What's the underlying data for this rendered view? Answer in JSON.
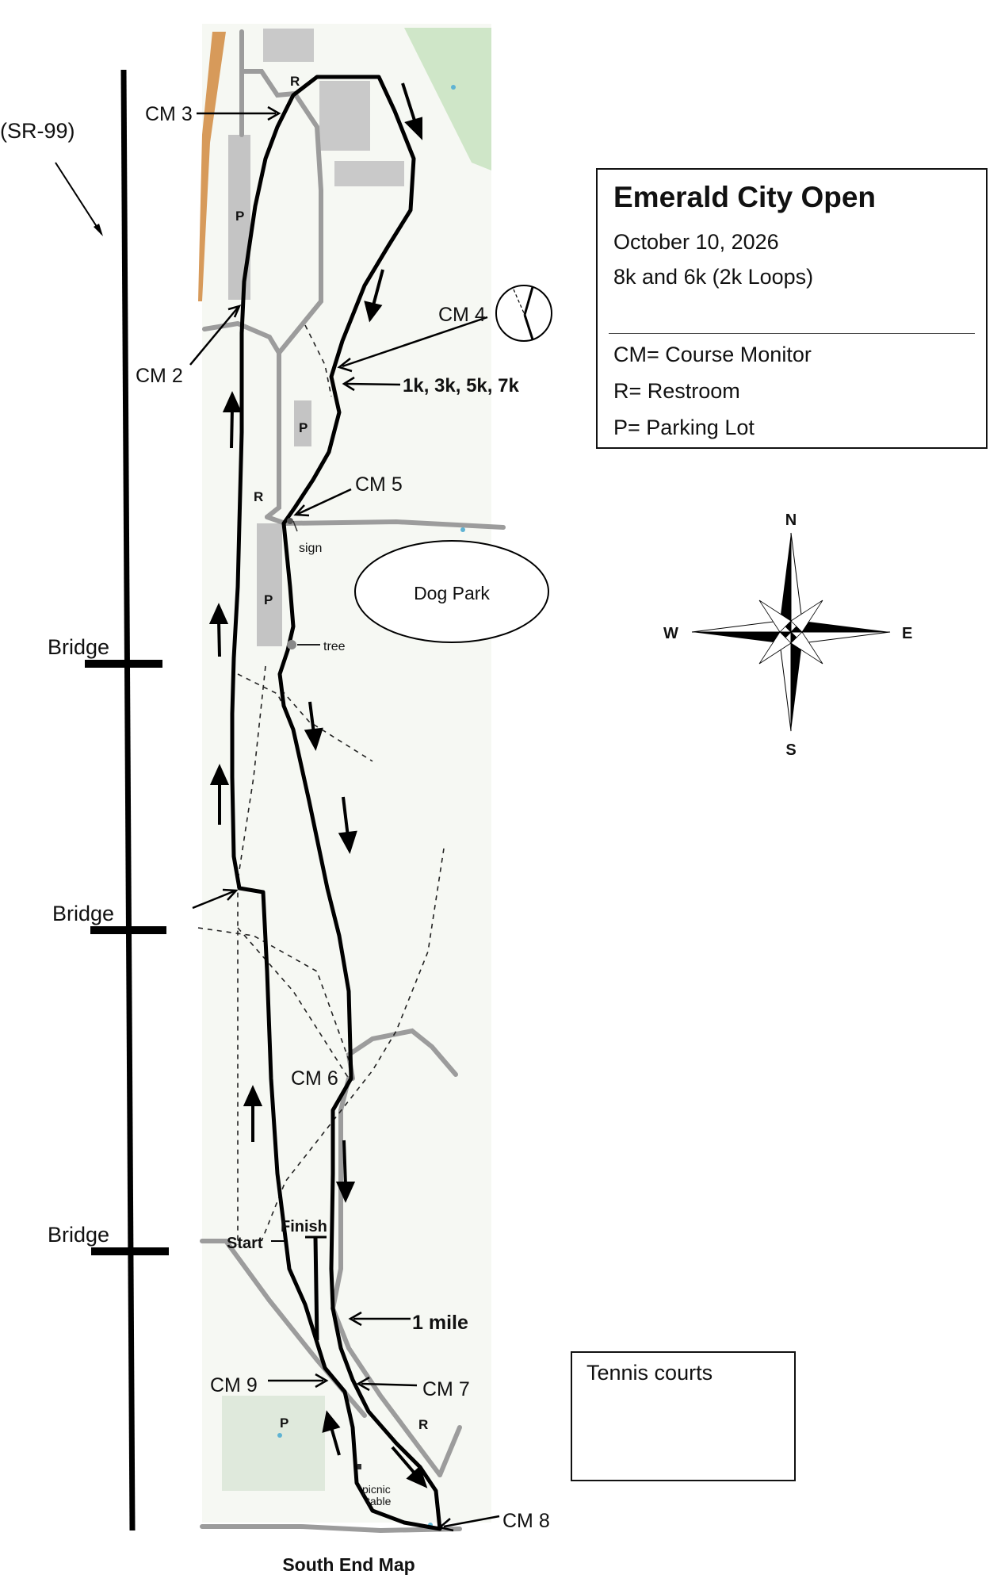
{
  "legend": {
    "title": "Emerald City Open",
    "date": "October 10, 2026",
    "distances": "8k and 6k (2k Loops)",
    "key": [
      "CM= Course Monitor",
      "R= Restroom",
      "P= Parking Lot"
    ]
  },
  "highway": {
    "label": "(SR-99)"
  },
  "bridges": [
    "Bridge",
    "Bridge",
    "Bridge"
  ],
  "course_monitors": [
    "CM 2",
    "CM 3",
    "CM 4",
    "CM 5",
    "CM 6",
    "CM 7",
    "CM 8",
    "CM 9"
  ],
  "markers": {
    "splits": "1k, 3k, 5k, 7k",
    "mile": "1 mile",
    "start": "Start",
    "finish": "Finish"
  },
  "features": {
    "dog_park": "Dog Park",
    "sign": "sign",
    "tree": "tree",
    "picnic_table_line1": "picnic",
    "picnic_table_line2": "table",
    "tennis_courts": "Tennis courts",
    "restroom": "R",
    "parking": "P"
  },
  "compass": {
    "n": "N",
    "e": "E",
    "s": "S",
    "w": "W"
  },
  "map_caption": "South End Map",
  "colors": {
    "park_green": "#d4e8cf",
    "path_gray": "#9c9c9c",
    "course": "#000000",
    "water": "#5fb3d3"
  }
}
